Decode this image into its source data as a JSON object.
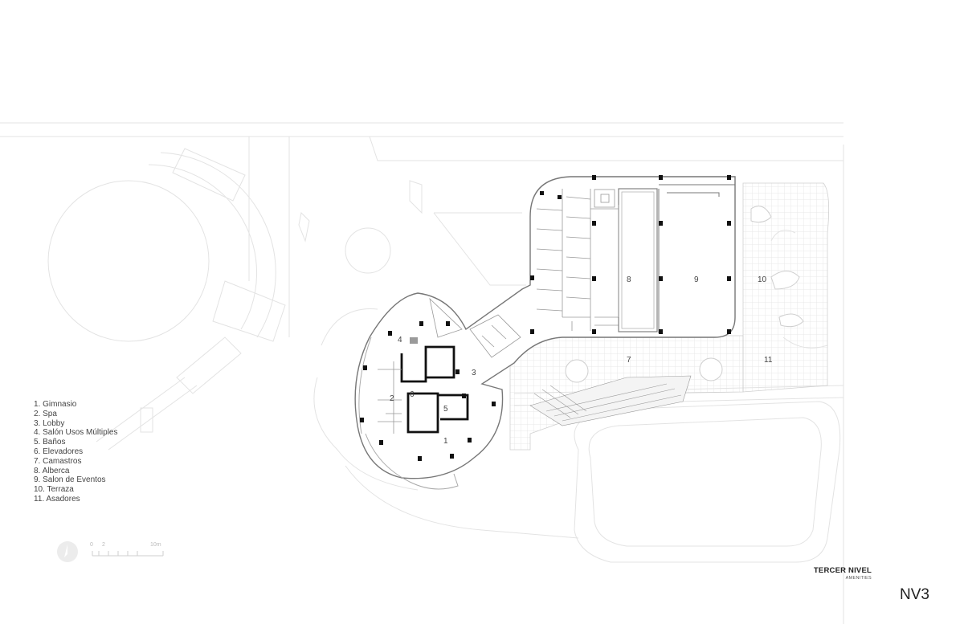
{
  "legend": [
    "1. Gimnasio",
    "2. Spa",
    "3. Lobby",
    "4. Salón Usos Múltiples",
    "5. Baños",
    "6. Elevadores",
    "7. Camastros",
    "8. Alberca",
    "9. Salon de Eventos",
    "10. Terraza",
    "11. Asadores"
  ],
  "room_labels": [
    "1",
    "2",
    "3",
    "4",
    "5",
    "6",
    "7",
    "8",
    "9",
    "10",
    "11"
  ],
  "scale": {
    "zero": "0",
    "two": "2",
    "ten": "10m"
  },
  "title": {
    "main": "TERCER NIVEL",
    "sub": "AMENITIES",
    "code": "NV3"
  },
  "colors": {
    "wall": "#222222",
    "line": "#8a8a8a",
    "faint": "#dedede",
    "grid": "#e2e2e2"
  }
}
